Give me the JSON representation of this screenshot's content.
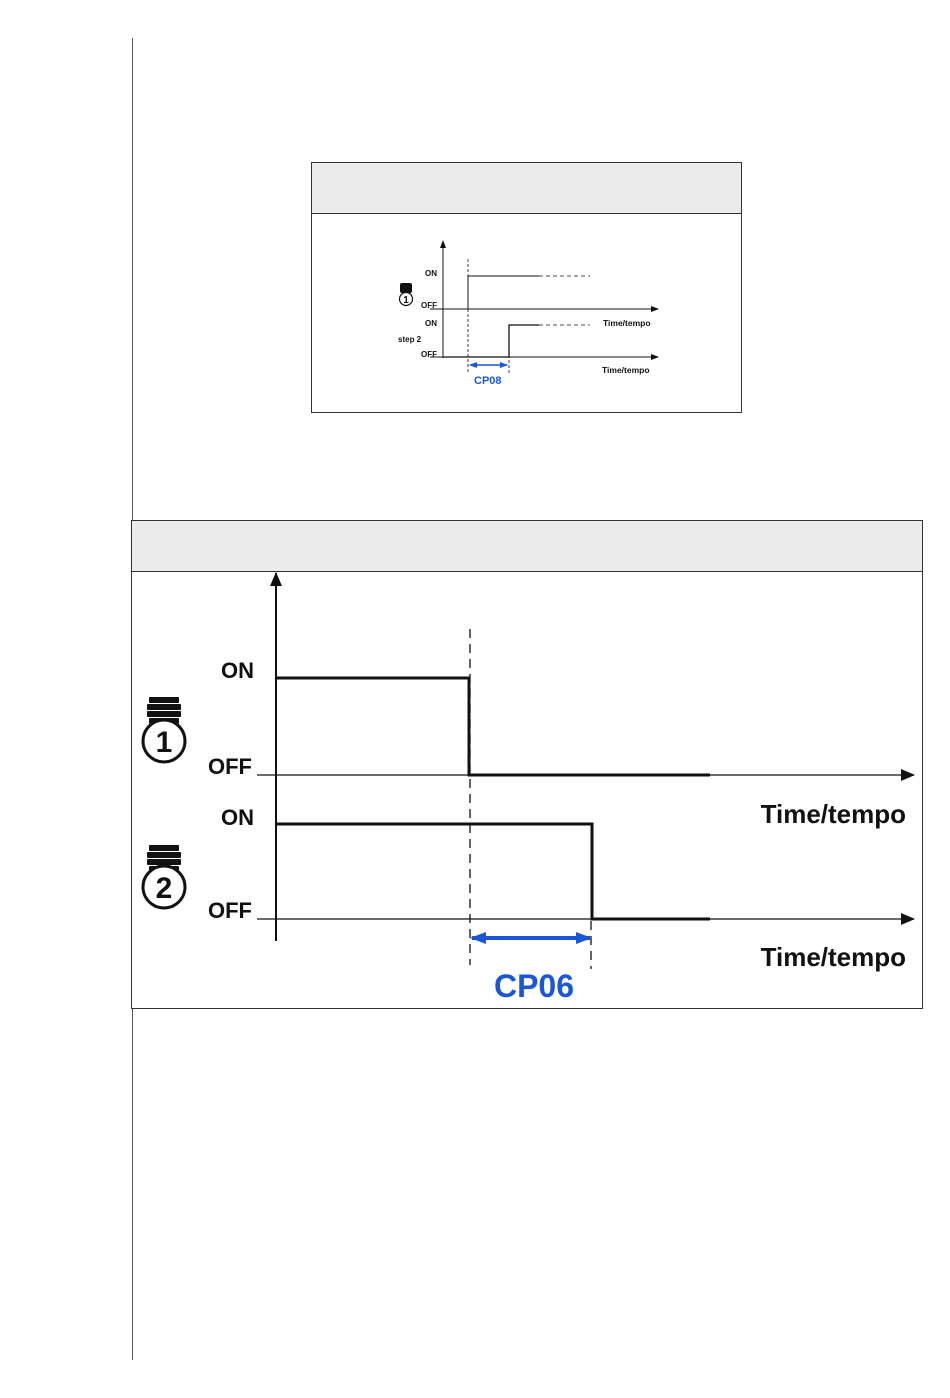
{
  "colors": {
    "line": "#111111",
    "accent": "#1a56d6",
    "header_bg": "#ebebeb"
  },
  "small_diagram": {
    "on_label_top": "ON",
    "off_label_top": "OFF",
    "on_label_bottom": "ON",
    "off_label_bottom": "OFF",
    "step_number_1": "1",
    "step_label_2": "step 2",
    "time_label_top": "Time/tempo",
    "time_label_bottom": "Time/tempo",
    "delay_label": "CP08",
    "icon_1": "compressor-step-icon"
  },
  "large_diagram": {
    "on_label_top": "ON",
    "off_label_top": "OFF",
    "on_label_bottom": "ON",
    "off_label_bottom": "OFF",
    "step_number_1": "1",
    "step_number_2": "2",
    "time_label_top": "Time/tempo",
    "time_label_bottom": "Time/tempo",
    "delay_label": "CP06",
    "icon_1": "compressor-step-icon",
    "icon_2": "compressor-step-icon"
  }
}
